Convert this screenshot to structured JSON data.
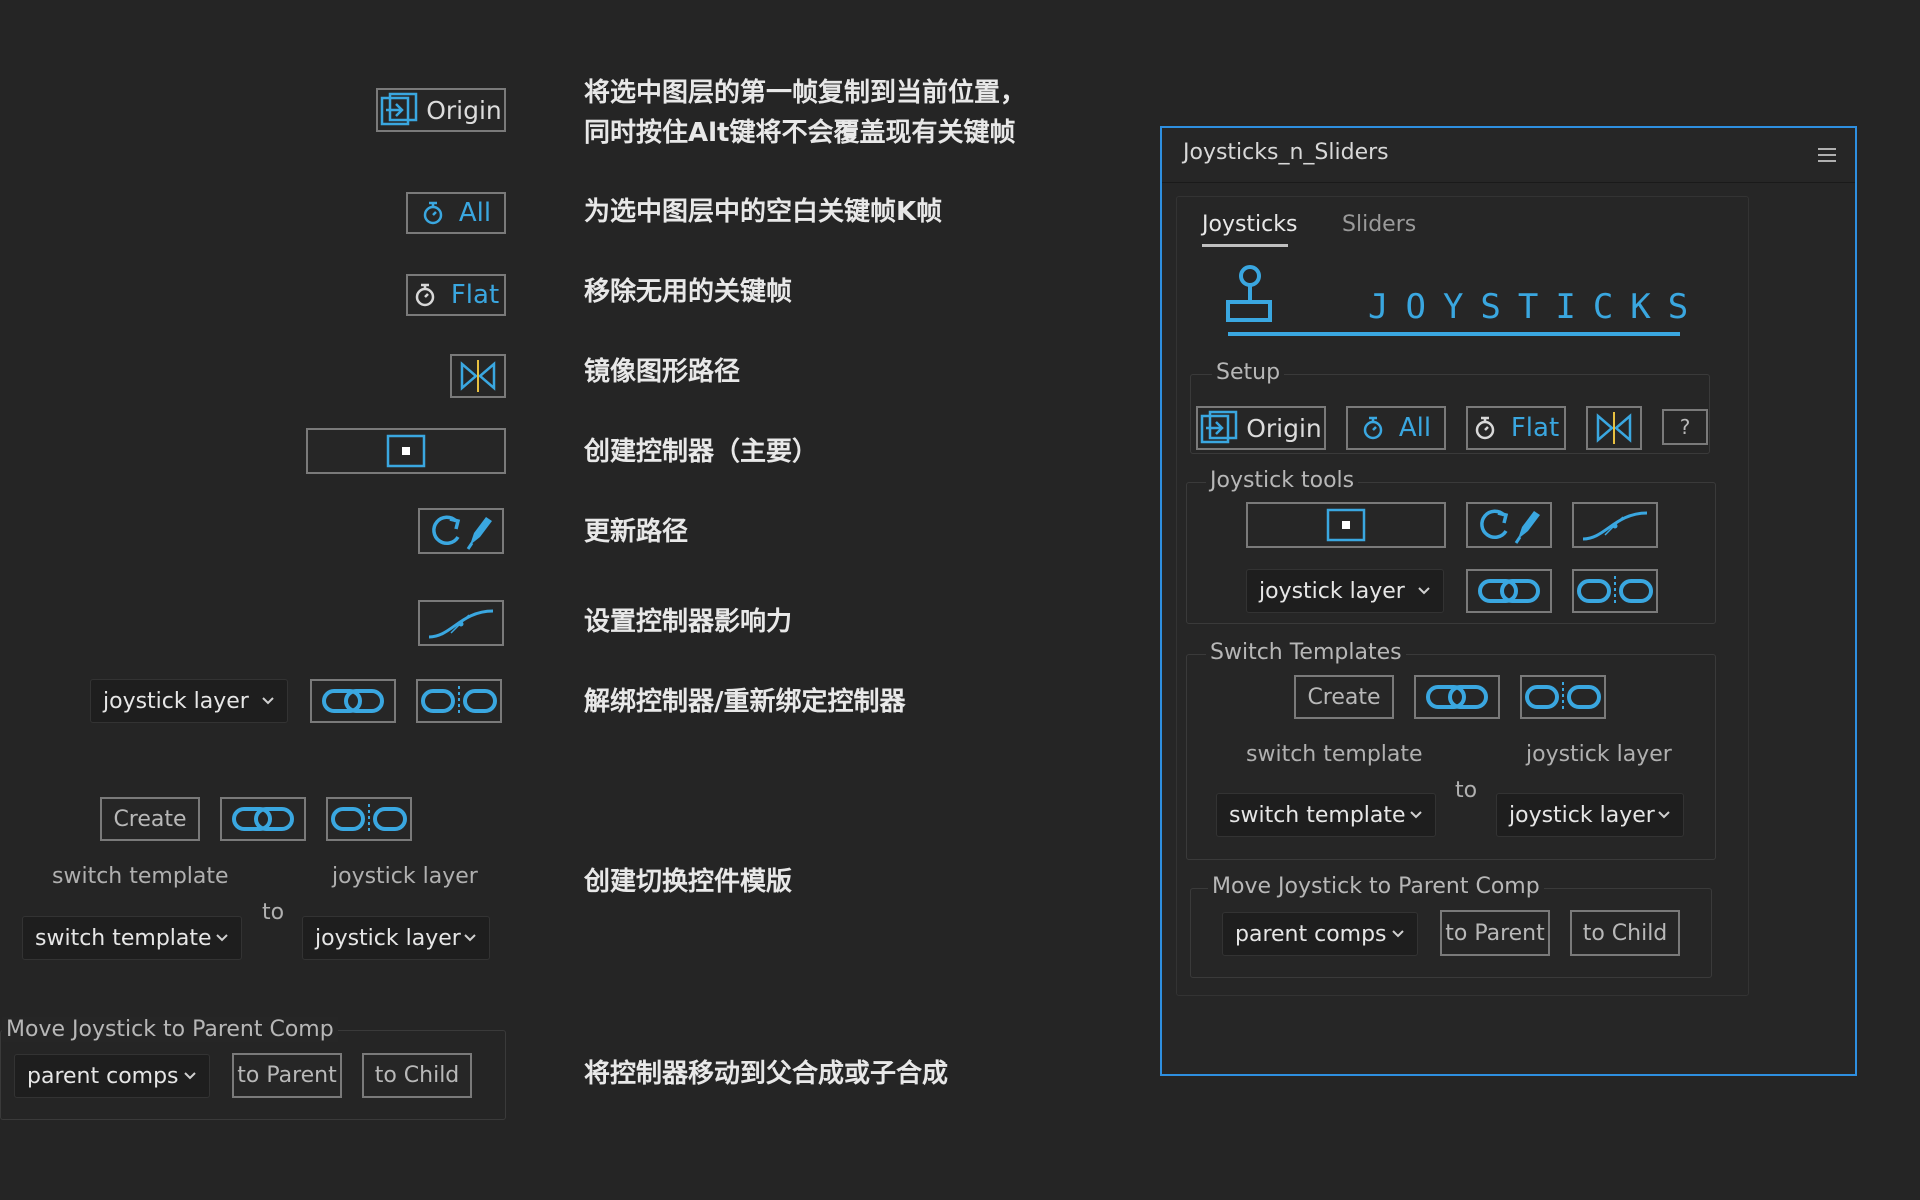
{
  "descriptions": {
    "origin_line1": "将选中图层的第一帧复制到当前位置，",
    "origin_line2": "同时按住Alt键将不会覆盖现有关键帧",
    "all": "为选中图层中的空白关键帧K帧",
    "flat": "移除无用的关键帧",
    "mirror": "镜像图形路径",
    "create_controller": "创建控制器（主要）",
    "update_path": "更新路径",
    "influence": "设置控制器影响力",
    "unbind_rebind": "解绑控制器/重新绑定控制器",
    "switch_template": "创建切换控件模版",
    "move_comp": "将控制器移动到父合成或子合成"
  },
  "left": {
    "origin_label": "Origin",
    "all_label": "All",
    "flat_label": "Flat",
    "joystick_layer_select": "joystick layer",
    "create_label": "Create",
    "switch_template_caption": "switch template",
    "joystick_layer_caption": "joystick layer",
    "to_label": "to",
    "switch_template_select": "switch template",
    "joystick_layer_select2": "joystick layer",
    "move_group_label": "Move Joystick to Parent Comp",
    "parent_comps_select": "parent comps",
    "to_parent_label": "to Parent",
    "to_child_label": "to Child"
  },
  "panel": {
    "title": "Joysticks_n_Sliders",
    "menu_icon": "hamburger-icon",
    "tabs": [
      "Joysticks",
      "Sliders"
    ],
    "active_tab": "Joysticks",
    "banner_text": "JOYSTICKS",
    "setup_label": "Setup",
    "origin_label": "Origin",
    "all_label": "All",
    "flat_label": "Flat",
    "help_label": "?",
    "joystick_tools_label": "Joystick tools",
    "joystick_layer_select": "joystick layer",
    "switch_templates_label": "Switch Templates",
    "create_label": "Create",
    "switch_template_caption": "switch template",
    "joystick_layer_caption": "joystick layer",
    "to_label": "to",
    "switch_template_select": "switch template",
    "joystick_layer_select2": "joystick layer",
    "move_group_label": "Move Joystick to Parent Comp",
    "parent_comps_select": "parent comps",
    "to_parent_label": "to Parent",
    "to_child_label": "to Child"
  },
  "colors": {
    "accent": "#3aa7e0",
    "panel_border": "#2e8fe0",
    "background": "#252525"
  }
}
